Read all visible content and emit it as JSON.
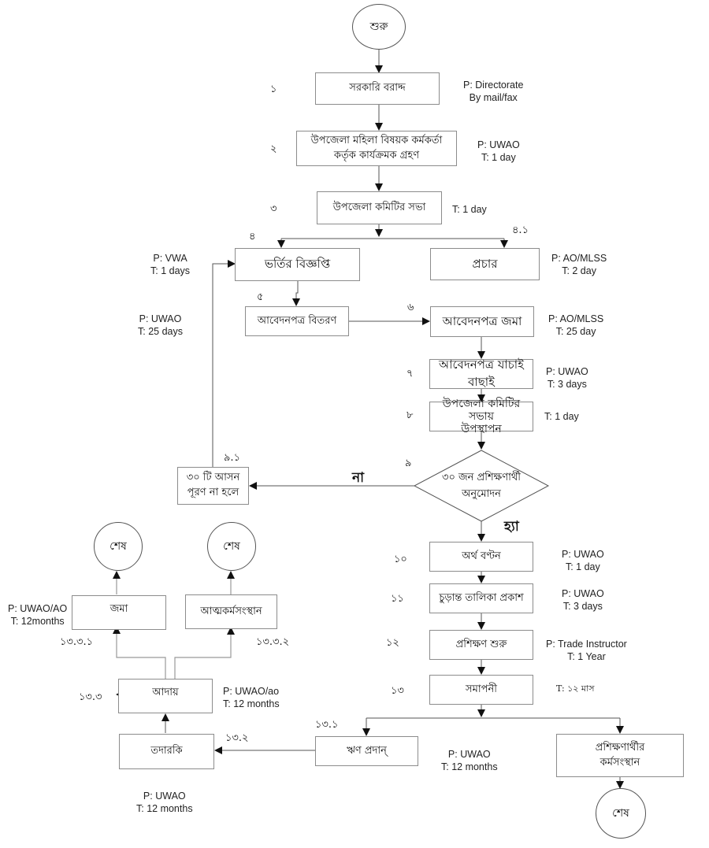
{
  "flowchart": {
    "start": "শুরু",
    "steps": {
      "s1": {
        "num": "১",
        "label": "সরকারি বরাদ্দ",
        "note": "P: Directorate\nBy mail/fax"
      },
      "s2": {
        "num": "২",
        "label": "উপজেলা মহিলা বিষয়ক কর্মকর্তা\nকর্তৃক কার্যক্রমক গ্রহণ",
        "note": "P: UWAO\nT: 1 day"
      },
      "s3": {
        "num": "৩",
        "label": "উপজেলা কমিটির সভা",
        "note": "T: 1 day"
      },
      "s4": {
        "num": "৪",
        "label": "ভর্তির বিজ্ঞপ্তি",
        "note": "P: VWA\nT: 1 days"
      },
      "s4_1": {
        "num": "৪.১",
        "label": "প্রচার",
        "note": "P: AO/MLSS\nT: 2 day"
      },
      "s5": {
        "num": "৫",
        "label": "আবেদনপত্র বিতরণ",
        "note": "P: UWAO\nT: 25 days"
      },
      "s6": {
        "num": "৬",
        "label": "আবেদনপত্র জমা",
        "note": "P: AO/MLSS\nT: 25  day"
      },
      "s7": {
        "num": "৭",
        "label": "আবেদনপত্র যাচাই বাছাই",
        "note": "P: UWAO\nT: 3 days"
      },
      "s8": {
        "num": "৮",
        "label": "উপজেলা কমিটির সভায়\nউপস্থাপন",
        "note": "T: 1 day"
      },
      "s9": {
        "num": "৯",
        "label": "৩০  জন প্রশিক্ষণার্থী\nঅনুমোদন",
        "no_label": "না",
        "yes_label": "হ্যা"
      },
      "s9_1": {
        "num": "৯.১",
        "label": "৩০ টি  আসন\nপূরণ না হলে"
      },
      "s10": {
        "num": "১০",
        "label": "অর্থ বণ্টন",
        "note": "P: UWAO\nT: 1 day"
      },
      "s11": {
        "num": "১১",
        "label": "চুড়ান্ত তালিকা প্রকাশ",
        "note": "P: UWAO\nT: 3 days"
      },
      "s12": {
        "num": "১২",
        "label": "প্রশিক্ষণ শুরু",
        "note": "P: Trade Instructor\nT: 1 Year"
      },
      "s13": {
        "num": "১৩",
        "label": "সমাপনী",
        "note": "T: ১২ মাস"
      },
      "s13_1": {
        "num": "১৩.১",
        "label": "ঋণ প্রদান্",
        "note": "P: UWAO\nT: 12 months"
      },
      "s13_2": {
        "num": "১৩.২",
        "label": "তদারকি",
        "note": "P: UWAO\nT: 12 months"
      },
      "s13_3": {
        "num": "১৩.৩",
        "label": "আদায়",
        "note": "P: UWAO/ao\nT: 12 months"
      },
      "s13_3_1": {
        "num": "১৩.৩.১",
        "label": "জমা",
        "note": "P: UWAO/AO\nT: 12months"
      },
      "s13_3_2": {
        "num": "১৩.৩.২",
        "label": "আত্মকর্মসংস্থান"
      },
      "employment": {
        "label": "প্রশিক্ষণার্থীর\nকর্মসংস্থান"
      }
    },
    "end": "শেষ"
  }
}
